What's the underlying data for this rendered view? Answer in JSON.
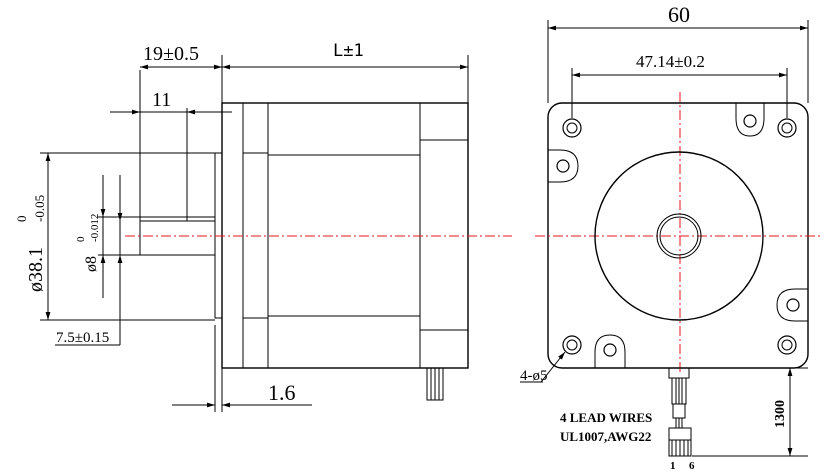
{
  "side_view": {
    "dim_flange_to_shaft": "19±0.5",
    "dim_body_length": "L±1",
    "dim_flat_length": "11",
    "dim_boss_diameter": "ø38.1",
    "dim_boss_tol_upper": "0",
    "dim_boss_tol_lower": "-0.05",
    "dim_shaft_diameter": "ø8",
    "dim_shaft_tol_upper": "0",
    "dim_shaft_tol_lower": "-0.012",
    "dim_flat_depth": "7.5±0.15",
    "dim_boss_height": "1.6"
  },
  "front_view": {
    "dim_flange_width": "60",
    "dim_hole_spacing": "47.14±0.2",
    "dim_holes": "4-ø5",
    "dim_lead_length": "1300",
    "lead_wires_line1": "4 LEAD WIRES",
    "lead_wires_line2": "UL1007,AWG22",
    "connector_pin_first": "1",
    "connector_pin_last": "6"
  },
  "colors": {
    "line": "#000000",
    "centerline": "#e8161b",
    "background": "#ffffff"
  }
}
